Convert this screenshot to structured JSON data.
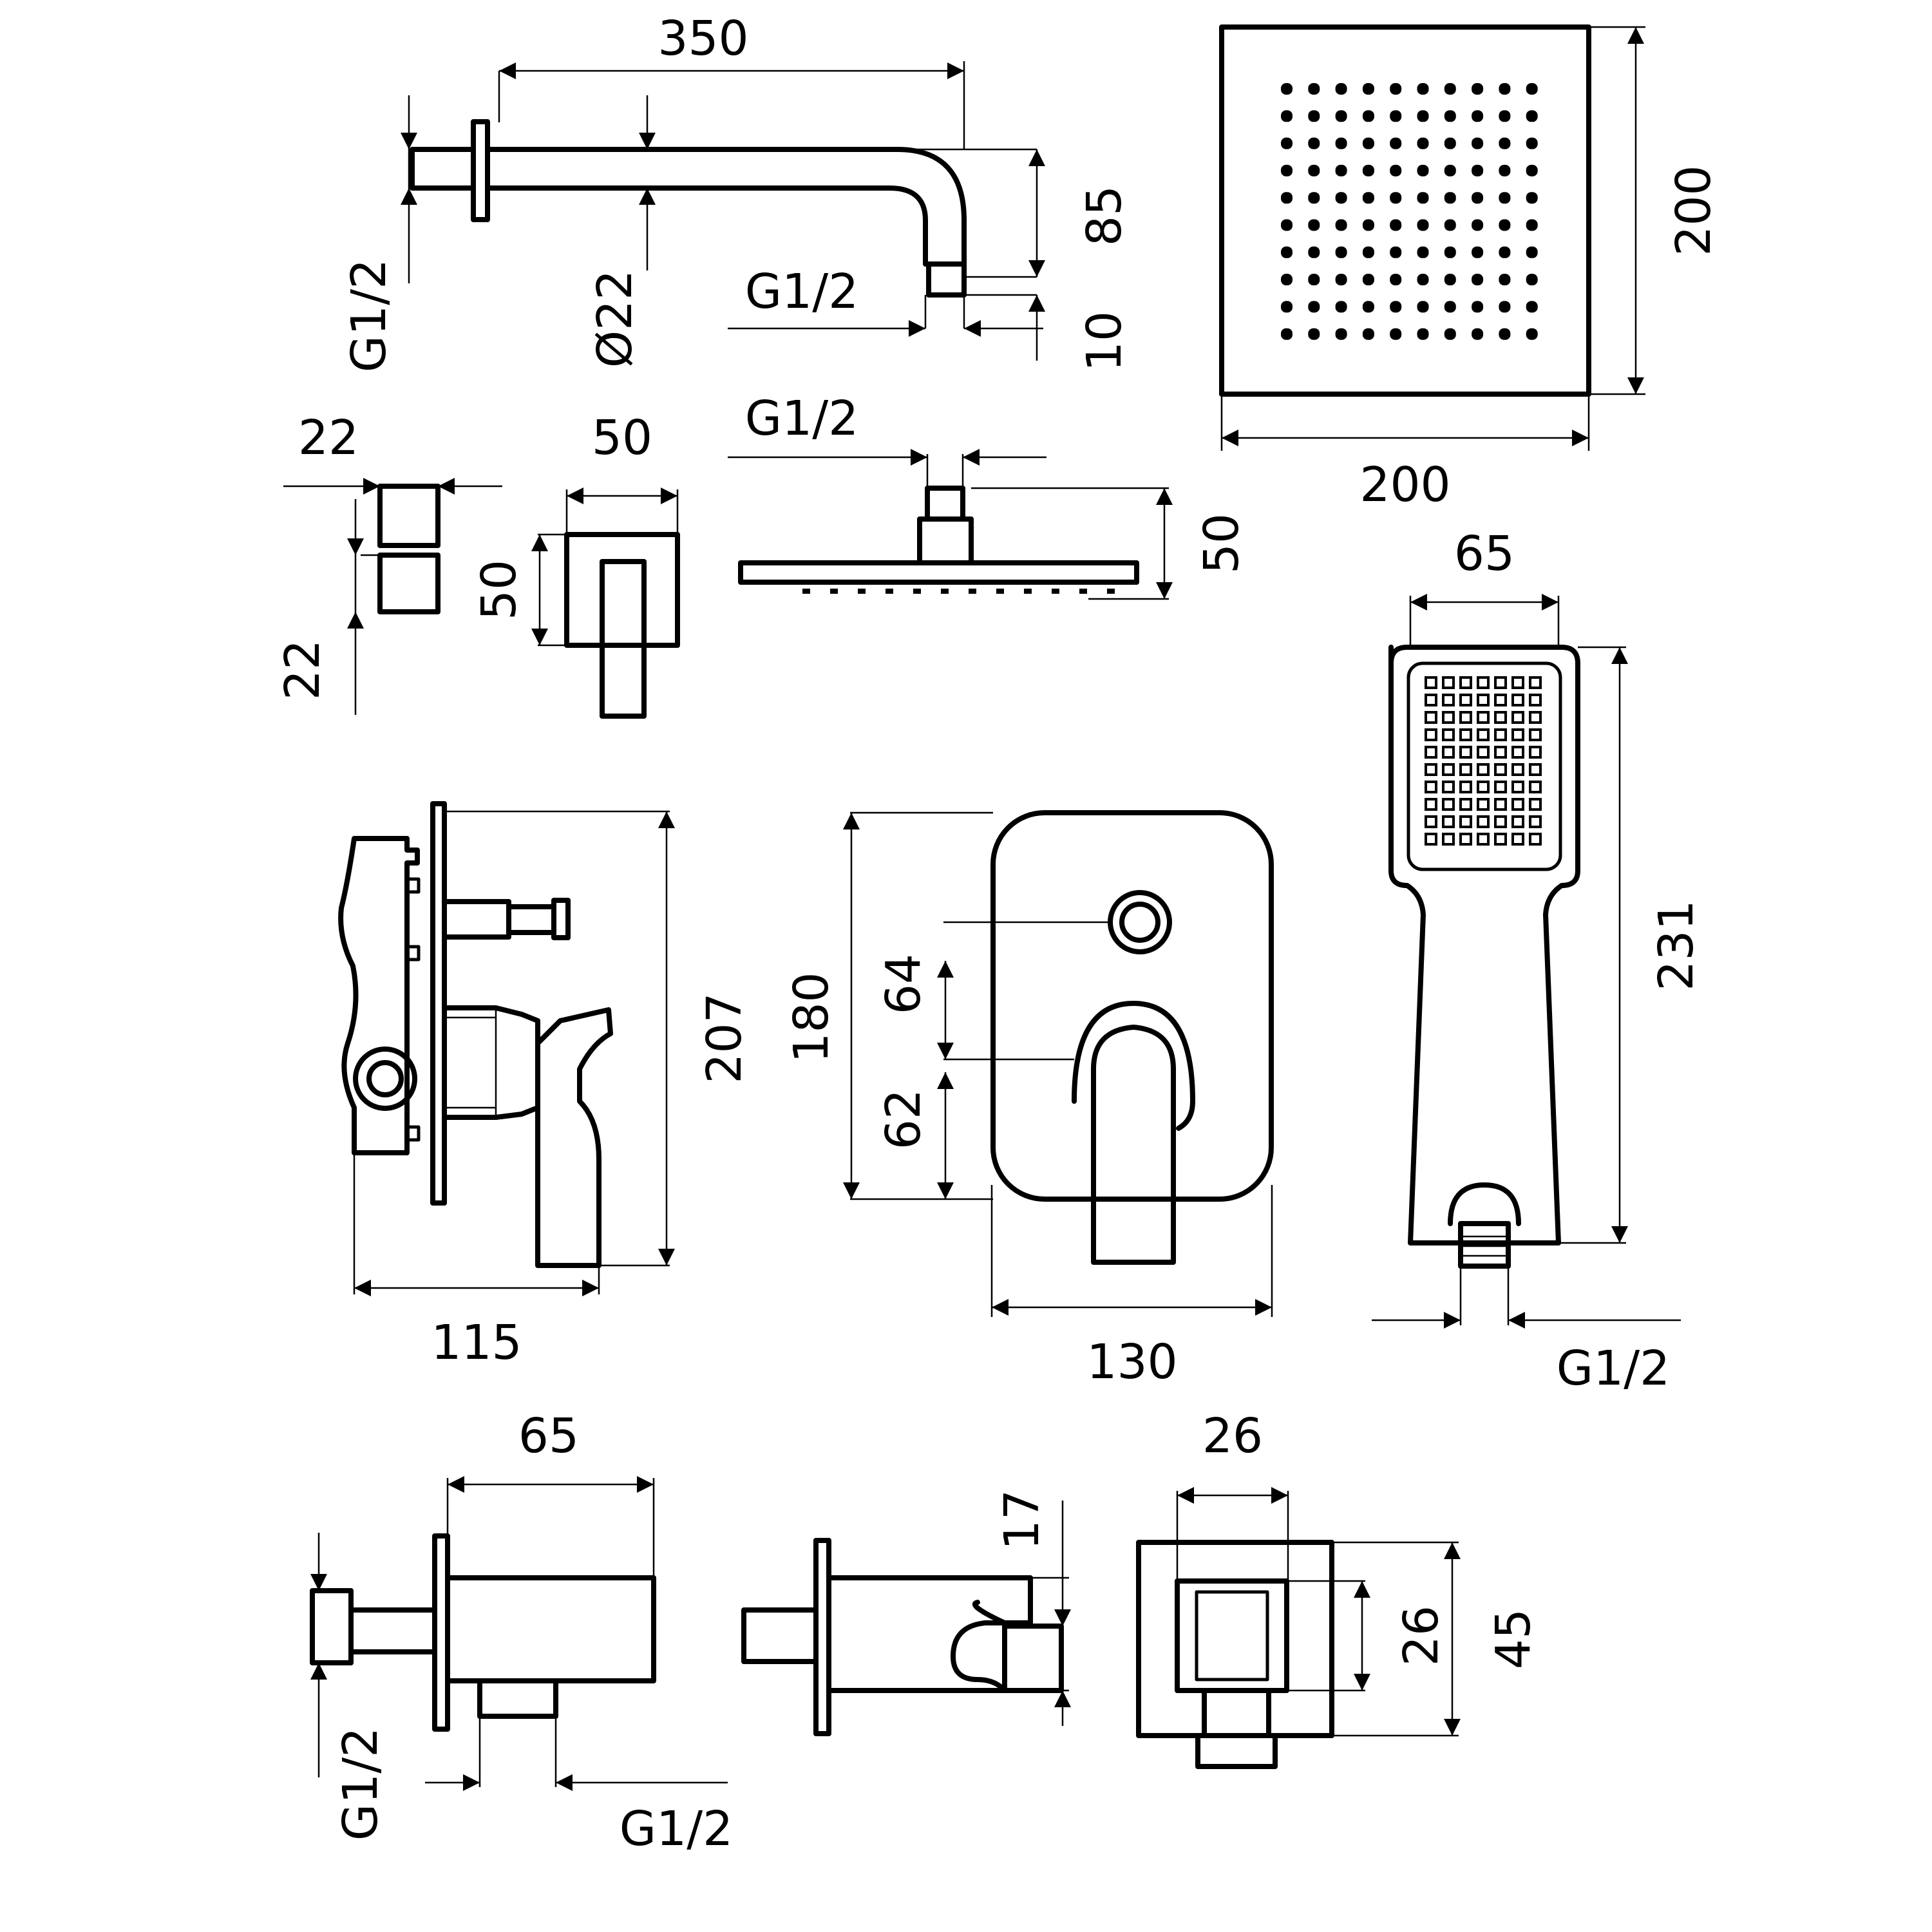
{
  "dimensions": {
    "arm_length": "350",
    "arm_inlet_thread": "G1/2",
    "arm_diameter": "Ø22",
    "arm_outlet_thread": "G1/2",
    "arm_drop": "85",
    "arm_outlet_height": "10",
    "square_head_width": "200",
    "square_head_height": "200",
    "cap_width": "22",
    "cap_depth": "22",
    "valve_box_width": "50",
    "valve_box_height": "50",
    "head_side_thread": "G1/2",
    "head_side_height": "50",
    "mixer_depth_height": "207",
    "mixer_depth": "115",
    "plate_height": "180",
    "plate_upper_spacing": "64",
    "plate_lower_spacing": "62",
    "plate_width": "130",
    "hand_shower_width": "65",
    "hand_shower_length": "231",
    "hand_shower_thread": "G1/2",
    "elbow_depth": "65",
    "elbow_inlet_thread": "G1/2",
    "elbow_outlet_thread": "G1/2",
    "holder_width": "26",
    "holder_thickness": "17",
    "bracket_inner_height": "26",
    "bracket_outer_height": "45"
  }
}
